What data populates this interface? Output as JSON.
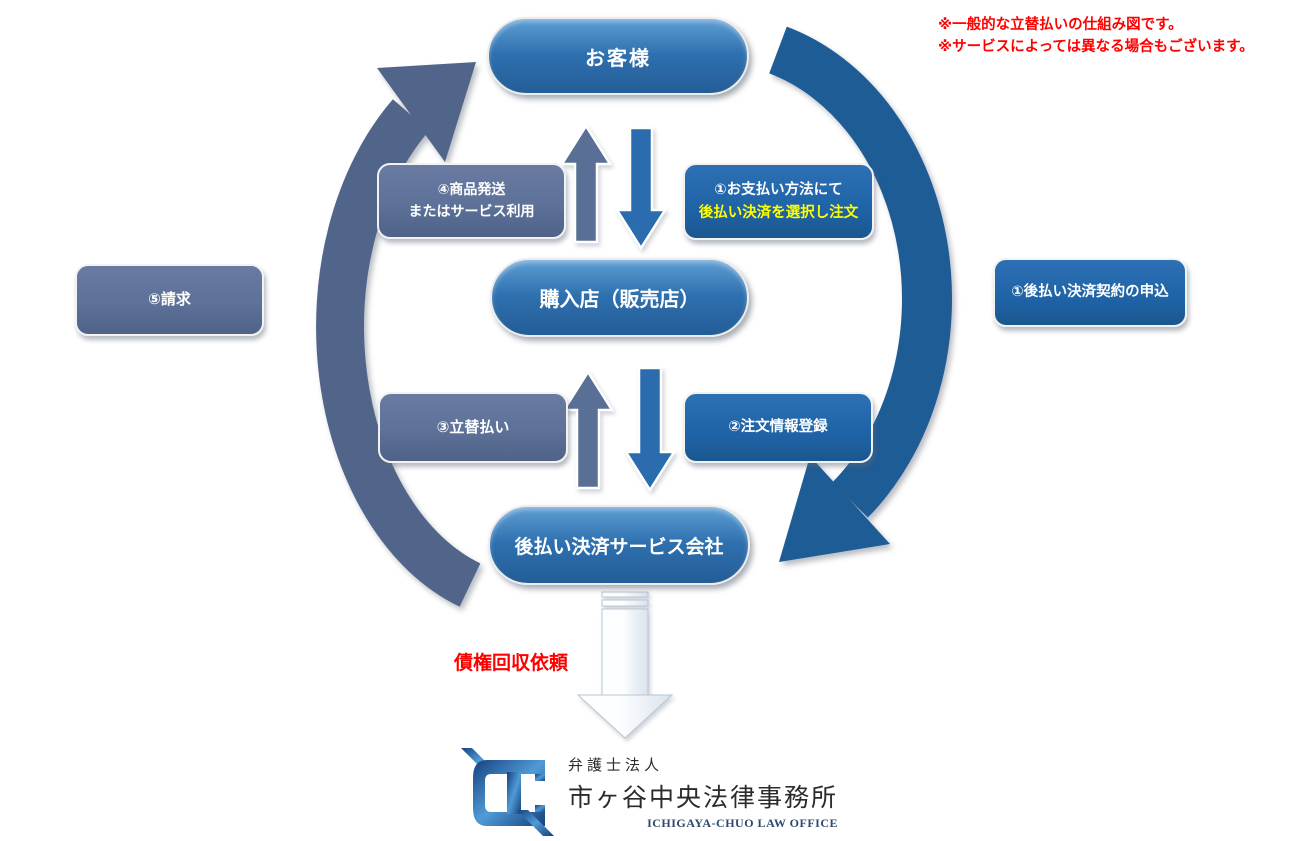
{
  "notes": {
    "line1": "※一般的な立替払いの仕組み図です。",
    "line2": "※サービスによっては異なる場合もございます。"
  },
  "nodes": {
    "customer": "お客様",
    "merchant": "購入店（販売店）",
    "bnpl_company": "後払い決済サービス会社"
  },
  "steps": {
    "s1_order": {
      "line1": "①お支払い方法にて",
      "line2": "後払い決済を選択し注文"
    },
    "s1_contract": "①後払い決済契約の申込",
    "s2_register": "②注文情報登録",
    "s3_advance": "③立替払い",
    "s4_ship": {
      "line1": "④商品発送",
      "line2": "またはサービス利用"
    },
    "s5_invoice": "⑤請求"
  },
  "collection": {
    "label": "債権回収依頼"
  },
  "logo": {
    "corp_type": "弁護士法人",
    "name": "市ヶ谷中央法律事務所",
    "name_en": "ICHIGAYA-CHUO LAW OFFICE"
  },
  "icons": {
    "cycle_left": "curved-arrow-counterclockwise-up",
    "cycle_right": "curved-arrow-clockwise-down",
    "up_arrow": "block-arrow-up",
    "down_arrow": "block-arrow-down",
    "collection_arrow": "striped-arrow-down"
  },
  "colors": {
    "slate": "#5d7199",
    "slate_dark": "#4f6388",
    "blue_box": "#1f63a7",
    "pill_top": "#5e9ed4",
    "pill": "#2e70af",
    "pill_deep": "#245d97",
    "arrow_up": "#5a6f96",
    "arrow_down": "#2a6cae",
    "curve_left": "#51658b",
    "curve_right": "#1e5c96",
    "highlight_text": "#ffff00",
    "note_red": "#ff0000",
    "big_arrow_light": "#fdfeff",
    "big_arrow_shade": "#d9e2ec",
    "big_arrow_edge": "#b9c5d2",
    "logo_blue_dark": "#16407f",
    "logo_blue_light": "#4f9bd6",
    "logo_text": "#2b2b2b",
    "logo_en": "#2c4a6e"
  }
}
